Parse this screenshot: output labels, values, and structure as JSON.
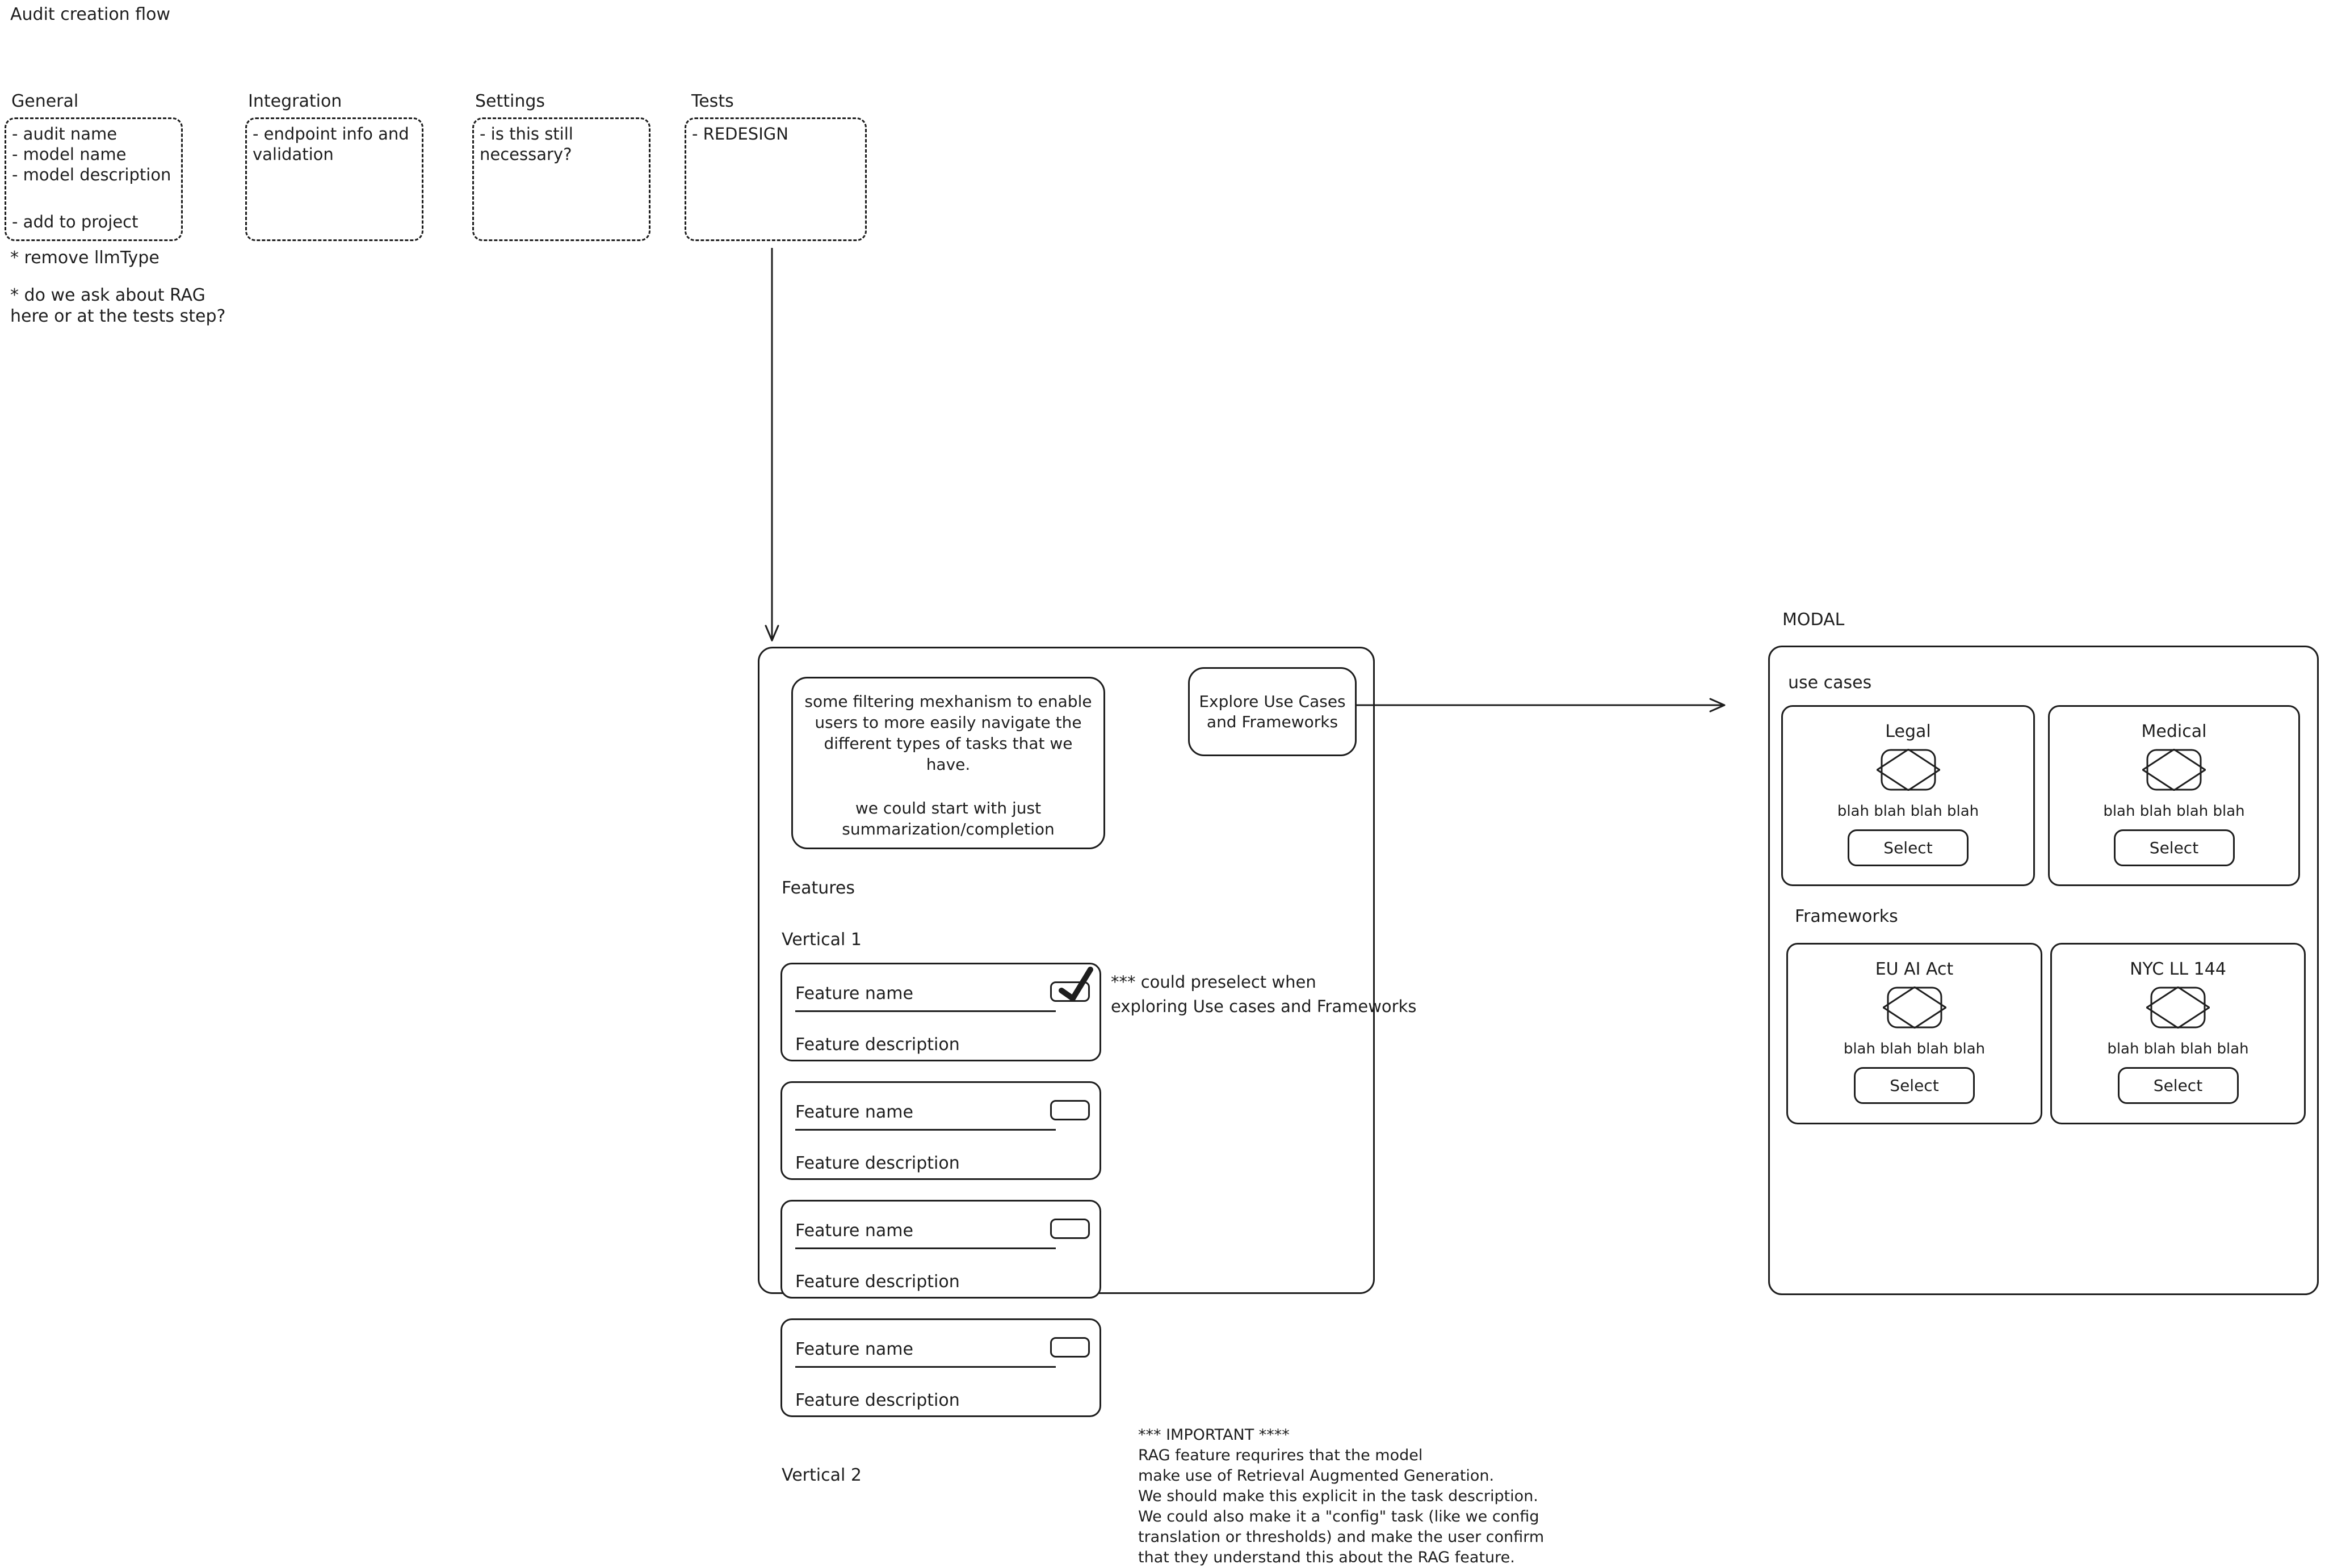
{
  "colors": {
    "ink": "#1e1e1e",
    "background": "#ffffff"
  },
  "title": "Audit creation flow",
  "steps": [
    {
      "label": "General",
      "items": [
        "- audit name",
        "- model name",
        "- model description"
      ],
      "bottom_item": "- add to project"
    },
    {
      "label": "Integration",
      "items": [
        "- endpoint info and",
        "validation"
      ]
    },
    {
      "label": "Settings",
      "items": [
        "- is this still",
        "necessary?"
      ]
    },
    {
      "label": "Tests",
      "items": [
        "- REDESIGN"
      ]
    }
  ],
  "notes": {
    "remove": "* remove llmType",
    "rag_q1": "* do we ask about RAG",
    "rag_q2": "here or at the tests step?"
  },
  "panel": {
    "filter_note": {
      "para1": [
        "some filtering mexhanism to enable",
        "users to more easily navigate the",
        "different types of tasks that we",
        "have."
      ],
      "para2": [
        "we could start with just",
        "summarization/completion"
      ]
    },
    "explore_button": {
      "line1": "Explore Use Cases",
      "line2": "and Frameworks"
    },
    "features_label": "Features",
    "vertical1_label": "Vertical 1",
    "vertical2_label": "Vertical 2",
    "feature_cards": [
      {
        "name": "Feature name",
        "description": "Feature description",
        "checked": true
      },
      {
        "name": "Feature name",
        "description": "Feature description",
        "checked": false
      },
      {
        "name": "Feature name",
        "description": "Feature description",
        "checked": false
      },
      {
        "name": "Feature name",
        "description": "Feature description",
        "checked": false
      }
    ],
    "preselect_note": {
      "line1": "*** could preselect when",
      "line2": "exploring Use cases and Frameworks"
    }
  },
  "important_note": {
    "lines": [
      "*** IMPORTANT ****",
      "RAG feature requrires that the model",
      "make use of Retrieval Augmented Generation.",
      "We should make this explicit in the task description.",
      "We could also make it a \"config\" task (like we config",
      "translation or thresholds) and make the user confirm",
      "that they understand this about the RAG feature."
    ]
  },
  "modal": {
    "label": "MODAL",
    "use_cases": {
      "label": "use cases",
      "cards": [
        {
          "title": "Legal",
          "description": "blah blah blah blah",
          "button": "Select"
        },
        {
          "title": "Medical",
          "description": "blah blah blah blah",
          "button": "Select"
        }
      ]
    },
    "frameworks": {
      "label": "Frameworks",
      "cards": [
        {
          "title": "EU AI Act",
          "description": "blah blah blah blah",
          "button": "Select"
        },
        {
          "title": "NYC LL 144",
          "description": "blah blah blah blah",
          "button": "Select"
        }
      ]
    }
  }
}
